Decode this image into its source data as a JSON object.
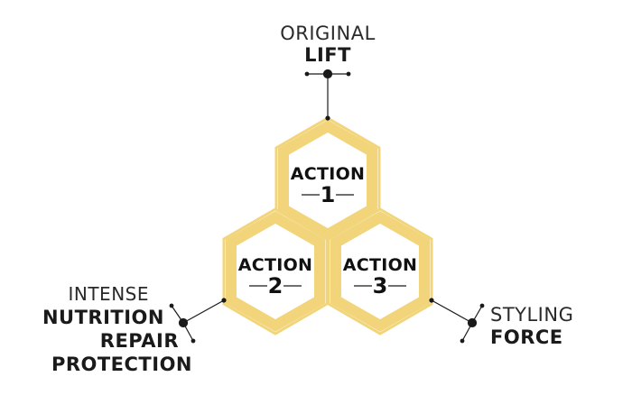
{
  "colors": {
    "hex_border": "#f2d57a",
    "hex_inner": "#fbe9a9",
    "line": "#1a1a1a"
  },
  "top_label": {
    "line1": "ORIGINAL",
    "line2": "LIFT"
  },
  "left_label": {
    "line1": "INTENSE",
    "line2": "NUTRITION",
    "line3": "REPAIR",
    "line4": "PROTECTION"
  },
  "right_label": {
    "line1": "STYLING",
    "line2": "FORCE"
  },
  "actions": [
    {
      "title": "ACTION",
      "number": "1"
    },
    {
      "title": "ACTION",
      "number": "2"
    },
    {
      "title": "ACTION",
      "number": "3"
    }
  ]
}
